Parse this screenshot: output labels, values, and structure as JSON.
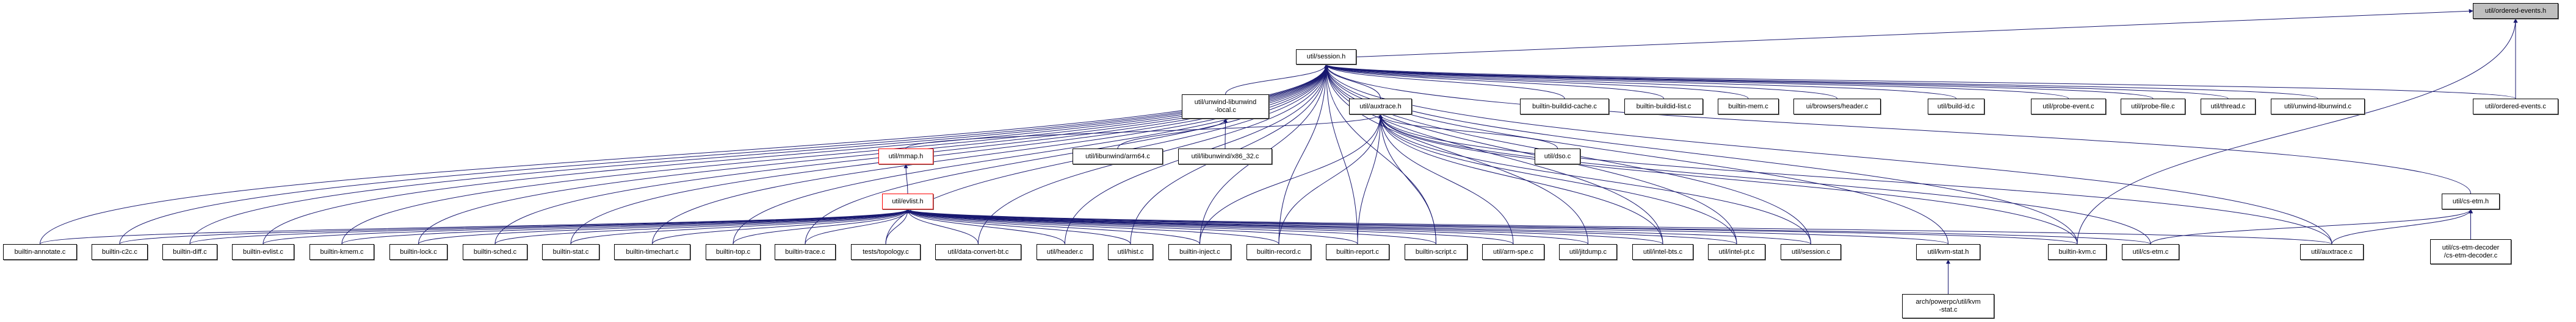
{
  "colors": {
    "edge": "#191970",
    "focus_fill": "#bfbfbf",
    "truncated_border": "#ff0000",
    "node_border": "#000000"
  },
  "nodes": [
    {
      "id": "oe_h",
      "label": "util/ordered-events.h",
      "style": "focus"
    },
    {
      "id": "session_h",
      "label": "util/session.h"
    },
    {
      "id": "unwind_local",
      "label": "util/unwind-libunwind\n-local.c"
    },
    {
      "id": "auxtrace_h",
      "label": "util/auxtrace.h"
    },
    {
      "id": "buildid_cache",
      "label": "builtin-buildid-cache.c"
    },
    {
      "id": "buildid_list",
      "label": "builtin-buildid-list.c"
    },
    {
      "id": "builtin_mem",
      "label": "builtin-mem.c"
    },
    {
      "id": "ui_header",
      "label": "ui/browsers/header.c"
    },
    {
      "id": "build_id",
      "label": "util/build-id.c"
    },
    {
      "id": "probe_event",
      "label": "util/probe-event.c"
    },
    {
      "id": "probe_file",
      "label": "util/probe-file.c"
    },
    {
      "id": "thread",
      "label": "util/thread.c"
    },
    {
      "id": "unwind",
      "label": "util/unwind-libunwind.c"
    },
    {
      "id": "oe_c",
      "label": "util/ordered-events.c"
    },
    {
      "id": "mmap_h",
      "label": "util/mmap.h",
      "style": "red"
    },
    {
      "id": "arm64",
      "label": "util/libunwind/arm64.c"
    },
    {
      "id": "x86_32",
      "label": "util/libunwind/x86_32.c"
    },
    {
      "id": "dso",
      "label": "util/dso.c"
    },
    {
      "id": "evlist_h",
      "label": "util/evlist.h",
      "style": "red"
    },
    {
      "id": "cs_etm_h",
      "label": "util/cs-etm.h"
    },
    {
      "id": "annotate",
      "label": "builtin-annotate.c"
    },
    {
      "id": "c2c",
      "label": "builtin-c2c.c"
    },
    {
      "id": "diff",
      "label": "builtin-diff.c"
    },
    {
      "id": "evlist_c",
      "label": "builtin-evlist.c"
    },
    {
      "id": "kmem",
      "label": "builtin-kmem.c"
    },
    {
      "id": "lock",
      "label": "builtin-lock.c"
    },
    {
      "id": "sched",
      "label": "builtin-sched.c"
    },
    {
      "id": "stat",
      "label": "builtin-stat.c"
    },
    {
      "id": "timechart",
      "label": "builtin-timechart.c"
    },
    {
      "id": "top",
      "label": "builtin-top.c"
    },
    {
      "id": "trace",
      "label": "builtin-trace.c"
    },
    {
      "id": "topology",
      "label": "tests/topology.c"
    },
    {
      "id": "data_convert",
      "label": "util/data-convert-bt.c"
    },
    {
      "id": "header",
      "label": "util/header.c"
    },
    {
      "id": "hist",
      "label": "util/hist.c"
    },
    {
      "id": "inject",
      "label": "builtin-inject.c"
    },
    {
      "id": "record",
      "label": "builtin-record.c"
    },
    {
      "id": "report",
      "label": "builtin-report.c"
    },
    {
      "id": "script",
      "label": "builtin-script.c"
    },
    {
      "id": "arm_spe",
      "label": "util/arm-spe.c"
    },
    {
      "id": "jitdump",
      "label": "util/jitdump.c"
    },
    {
      "id": "intel_bts",
      "label": "util/intel-bts.c"
    },
    {
      "id": "intel_pt",
      "label": "util/intel-pt.c"
    },
    {
      "id": "session_c",
      "label": "util/session.c"
    },
    {
      "id": "kvm_stat_h",
      "label": "util/kvm-stat.h"
    },
    {
      "id": "builtin_kvm",
      "label": "builtin-kvm.c"
    },
    {
      "id": "cs_etm_c",
      "label": "util/cs-etm.c"
    },
    {
      "id": "auxtrace_c",
      "label": "util/auxtrace.c"
    },
    {
      "id": "cs_etm_decoder",
      "label": "util/cs-etm-decoder\n/cs-etm-decoder.c"
    },
    {
      "id": "kvm_stat_c",
      "label": "arch/powerpc/util/kvm\n-stat.c"
    }
  ],
  "edges": [
    [
      "session_h",
      "oe_h"
    ],
    [
      "oe_c",
      "oe_h"
    ],
    [
      "builtin_kvm",
      "oe_h"
    ],
    [
      "unwind_local",
      "session_h"
    ],
    [
      "auxtrace_h",
      "session_h"
    ],
    [
      "buildid_cache",
      "session_h"
    ],
    [
      "buildid_list",
      "session_h"
    ],
    [
      "builtin_mem",
      "session_h"
    ],
    [
      "ui_header",
      "session_h"
    ],
    [
      "build_id",
      "session_h"
    ],
    [
      "probe_event",
      "session_h"
    ],
    [
      "probe_file",
      "session_h"
    ],
    [
      "thread",
      "session_h"
    ],
    [
      "unwind",
      "session_h"
    ],
    [
      "oe_c",
      "session_h"
    ],
    [
      "cs_etm_h",
      "session_h"
    ],
    [
      "annotate",
      "session_h"
    ],
    [
      "c2c",
      "session_h"
    ],
    [
      "diff",
      "session_h"
    ],
    [
      "evlist_c",
      "session_h"
    ],
    [
      "kmem",
      "session_h"
    ],
    [
      "lock",
      "session_h"
    ],
    [
      "sched",
      "session_h"
    ],
    [
      "stat",
      "session_h"
    ],
    [
      "timechart",
      "session_h"
    ],
    [
      "top",
      "session_h"
    ],
    [
      "trace",
      "session_h"
    ],
    [
      "topology",
      "session_h"
    ],
    [
      "data_convert",
      "session_h"
    ],
    [
      "header",
      "session_h"
    ],
    [
      "hist",
      "session_h"
    ],
    [
      "inject",
      "session_h"
    ],
    [
      "record",
      "session_h"
    ],
    [
      "report",
      "session_h"
    ],
    [
      "script",
      "session_h"
    ],
    [
      "jitdump",
      "session_h"
    ],
    [
      "intel_bts",
      "session_h"
    ],
    [
      "intel_pt",
      "session_h"
    ],
    [
      "session_c",
      "session_h"
    ],
    [
      "kvm_stat_h",
      "session_h"
    ],
    [
      "builtin_kvm",
      "session_h"
    ],
    [
      "auxtrace_c",
      "session_h"
    ],
    [
      "arm64",
      "unwind_local"
    ],
    [
      "x86_32",
      "unwind_local"
    ],
    [
      "mmap_h",
      "auxtrace_h"
    ],
    [
      "dso",
      "auxtrace_h"
    ],
    [
      "inject",
      "auxtrace_h"
    ],
    [
      "record",
      "auxtrace_h"
    ],
    [
      "report",
      "auxtrace_h"
    ],
    [
      "script",
      "auxtrace_h"
    ],
    [
      "arm_spe",
      "auxtrace_h"
    ],
    [
      "intel_bts",
      "auxtrace_h"
    ],
    [
      "intel_pt",
      "auxtrace_h"
    ],
    [
      "session_c",
      "auxtrace_h"
    ],
    [
      "cs_etm_c",
      "auxtrace_h"
    ],
    [
      "auxtrace_c",
      "auxtrace_h"
    ],
    [
      "builtin_kvm",
      "auxtrace_h"
    ],
    [
      "evlist_h",
      "mmap_h"
    ],
    [
      "annotate",
      "evlist_h"
    ],
    [
      "c2c",
      "evlist_h"
    ],
    [
      "diff",
      "evlist_h"
    ],
    [
      "evlist_c",
      "evlist_h"
    ],
    [
      "kmem",
      "evlist_h"
    ],
    [
      "lock",
      "evlist_h"
    ],
    [
      "sched",
      "evlist_h"
    ],
    [
      "stat",
      "evlist_h"
    ],
    [
      "timechart",
      "evlist_h"
    ],
    [
      "top",
      "evlist_h"
    ],
    [
      "trace",
      "evlist_h"
    ],
    [
      "topology",
      "evlist_h"
    ],
    [
      "data_convert",
      "evlist_h"
    ],
    [
      "header",
      "evlist_h"
    ],
    [
      "hist",
      "evlist_h"
    ],
    [
      "inject",
      "evlist_h"
    ],
    [
      "record",
      "evlist_h"
    ],
    [
      "report",
      "evlist_h"
    ],
    [
      "script",
      "evlist_h"
    ],
    [
      "arm_spe",
      "evlist_h"
    ],
    [
      "jitdump",
      "evlist_h"
    ],
    [
      "intel_bts",
      "evlist_h"
    ],
    [
      "intel_pt",
      "evlist_h"
    ],
    [
      "session_c",
      "evlist_h"
    ],
    [
      "kvm_stat_h",
      "evlist_h"
    ],
    [
      "builtin_kvm",
      "evlist_h"
    ],
    [
      "cs_etm_c",
      "evlist_h"
    ],
    [
      "auxtrace_c",
      "evlist_h"
    ],
    [
      "cs_etm_c",
      "cs_etm_h"
    ],
    [
      "auxtrace_c",
      "cs_etm_h"
    ],
    [
      "cs_etm_decoder",
      "cs_etm_h"
    ],
    [
      "kvm_stat_c",
      "kvm_stat_h"
    ]
  ]
}
